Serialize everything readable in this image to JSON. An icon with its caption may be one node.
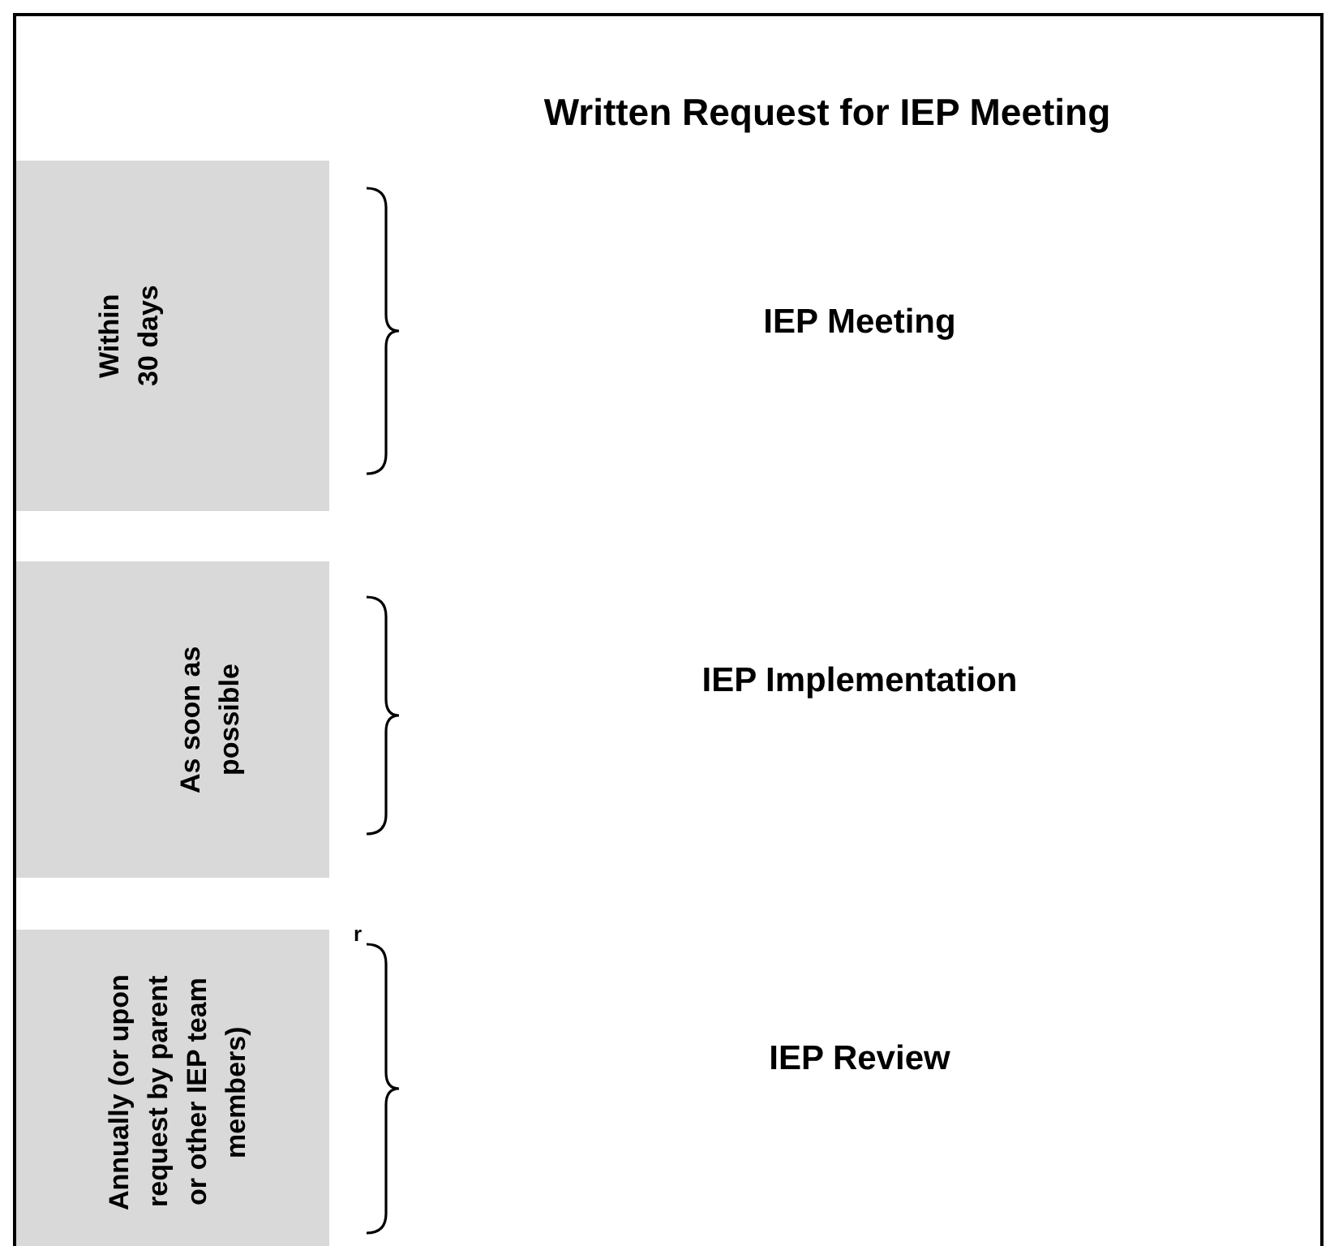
{
  "diagram": {
    "title": "Written Request for IEP Meeting",
    "nodes": [
      {
        "text": [
          "Within 30 days"
        ]
      },
      {
        "text": [
          "As soon as possible"
        ]
      },
      {
        "text": [
          "Annually  (or upon request by parent or other IEP team members)"
        ]
      }
    ],
    "labels": [
      "IEP Meeting",
      "IEP Implementation",
      "r",
      "IEP Review"
    ]
  }
}
